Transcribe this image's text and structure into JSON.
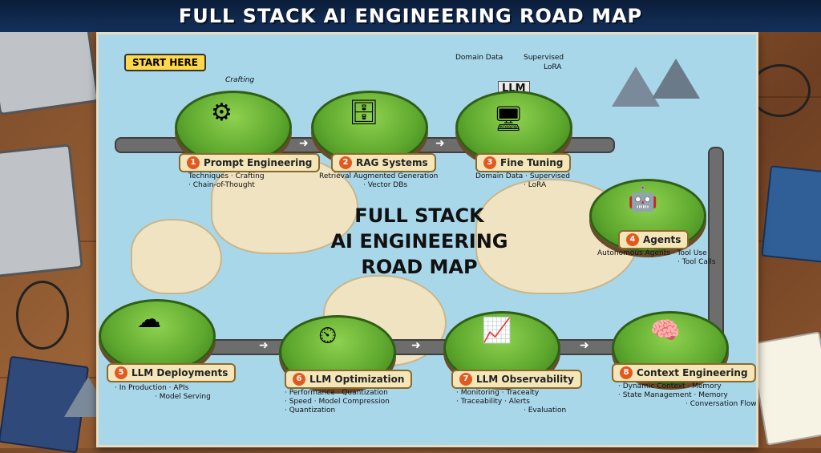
{
  "title": "FULL STACK AI ENGINEERING ROAD MAP",
  "center_title_lines": [
    "FULL STACK",
    "AI ENGINEERING",
    "ROAD MAP"
  ],
  "start_label": "START HERE",
  "crafting_note": "Crafting",
  "llm_tag": "LLM",
  "fine_tuning_tags": {
    "domain": "Domain Data",
    "supervised": "Supervised",
    "lora": "LoRA"
  },
  "stages": [
    {
      "num": "1",
      "title": "Prompt Engineering",
      "lines": [
        "Techniques · Crafting",
        "· Chain-of-Thought"
      ],
      "icon": "gear-icon",
      "glyph": "⚙"
    },
    {
      "num": "2",
      "title": "RAG Systems",
      "lines": [
        "Retrieval Augmented Generation",
        "· Vector DBs"
      ],
      "icon": "database-icon",
      "glyph": "🗄"
    },
    {
      "num": "3",
      "title": "Fine Tuning",
      "lines": [
        "Domain Data   · Supervised",
        "· LoRA"
      ],
      "icon": "server-icon",
      "glyph": "🖥"
    },
    {
      "num": "4",
      "title": "Agents",
      "lines": [
        "Autonomous Agents   · Tool Use",
        "· Tool Calls"
      ],
      "icon": "robot-icon",
      "glyph": "🤖"
    },
    {
      "num": "5",
      "title": "LLM Deployments",
      "lines": [
        "· In Production   · APIs",
        "· Model Serving"
      ],
      "icon": "cloud-icon",
      "glyph": "☁"
    },
    {
      "num": "6",
      "title": "LLM Optimization",
      "lines": [
        "· Performance   · Quantization",
        "· Speed   · Model Compression",
        "· Quantization"
      ],
      "icon": "gauge-icon",
      "glyph": "⏲"
    },
    {
      "num": "7",
      "title": "LLM Observability",
      "lines": [
        "· Monitoring   · Tracealty",
        "· Traceability   · Alerts",
        "· Evaluation"
      ],
      "icon": "monitor-icon",
      "glyph": "📈"
    },
    {
      "num": "8",
      "title": "Context Engineering",
      "lines": [
        "· Dynamic Context   · Memory",
        "· State Management   · Memory",
        "· Conversation Flow"
      ],
      "icon": "brain-icon",
      "glyph": "🧠"
    }
  ]
}
